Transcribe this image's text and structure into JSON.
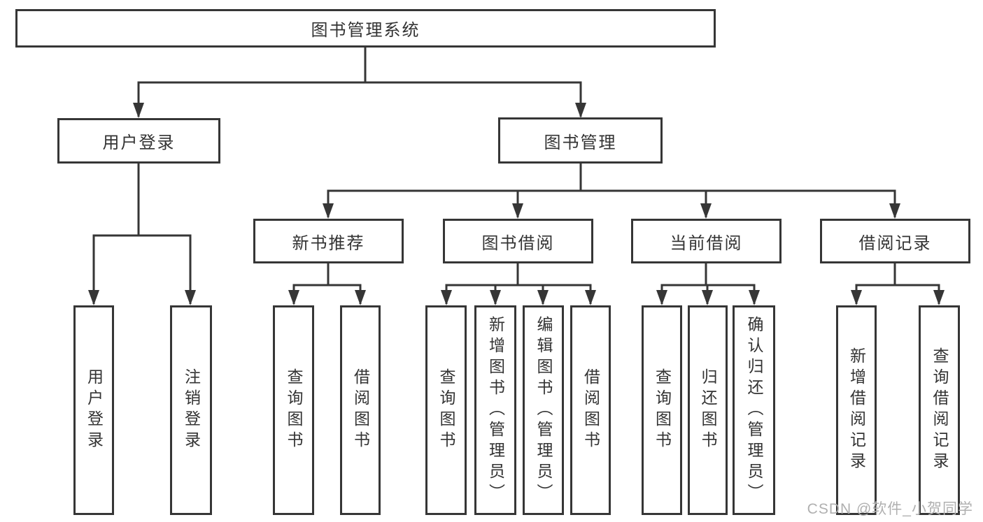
{
  "diagram": {
    "root": {
      "label": "图书管理系统"
    },
    "branches": [
      {
        "label": "用户登录",
        "children": [
          {
            "label": "用户登录"
          },
          {
            "label": "注销登录"
          }
        ]
      },
      {
        "label": "图书管理",
        "children": [
          {
            "label": "新书推荐",
            "children": [
              {
                "label": "查询图书"
              },
              {
                "label": "借阅图书"
              }
            ]
          },
          {
            "label": "图书借阅",
            "children": [
              {
                "label": "查询图书"
              },
              {
                "label": "新增图书（管理员）"
              },
              {
                "label": "编辑图书（管理员）"
              },
              {
                "label": "借阅图书"
              }
            ]
          },
          {
            "label": "当前借阅",
            "children": [
              {
                "label": "查询图书"
              },
              {
                "label": "归还图书"
              },
              {
                "label": "确认归还（管理员）"
              }
            ]
          },
          {
            "label": "借阅记录",
            "children": [
              {
                "label": "新增借阅记录"
              },
              {
                "label": "查询借阅记录"
              }
            ]
          }
        ]
      }
    ],
    "watermark": "CSDN @软件_小贺同学",
    "colors": {
      "line": "#363636",
      "text": "#333333",
      "background": "#ffffff",
      "watermark": "#b0b0b0"
    }
  }
}
